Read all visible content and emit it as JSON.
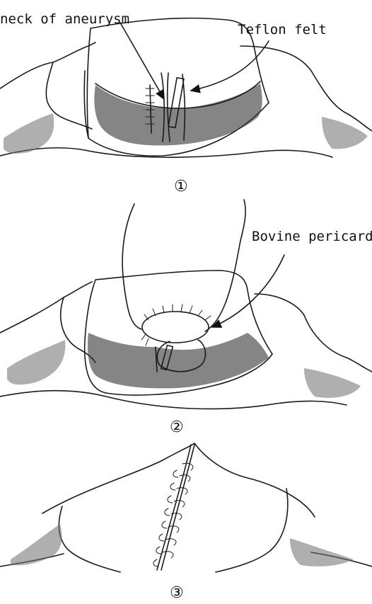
{
  "panel1": {
    "label_neck": "neck of aneurysm",
    "label_felt": "Teflon felt",
    "step": "①"
  },
  "panel2": {
    "label_pericardium": "Bovine pericardium",
    "step": "②"
  },
  "panel3": {
    "step": "③"
  }
}
